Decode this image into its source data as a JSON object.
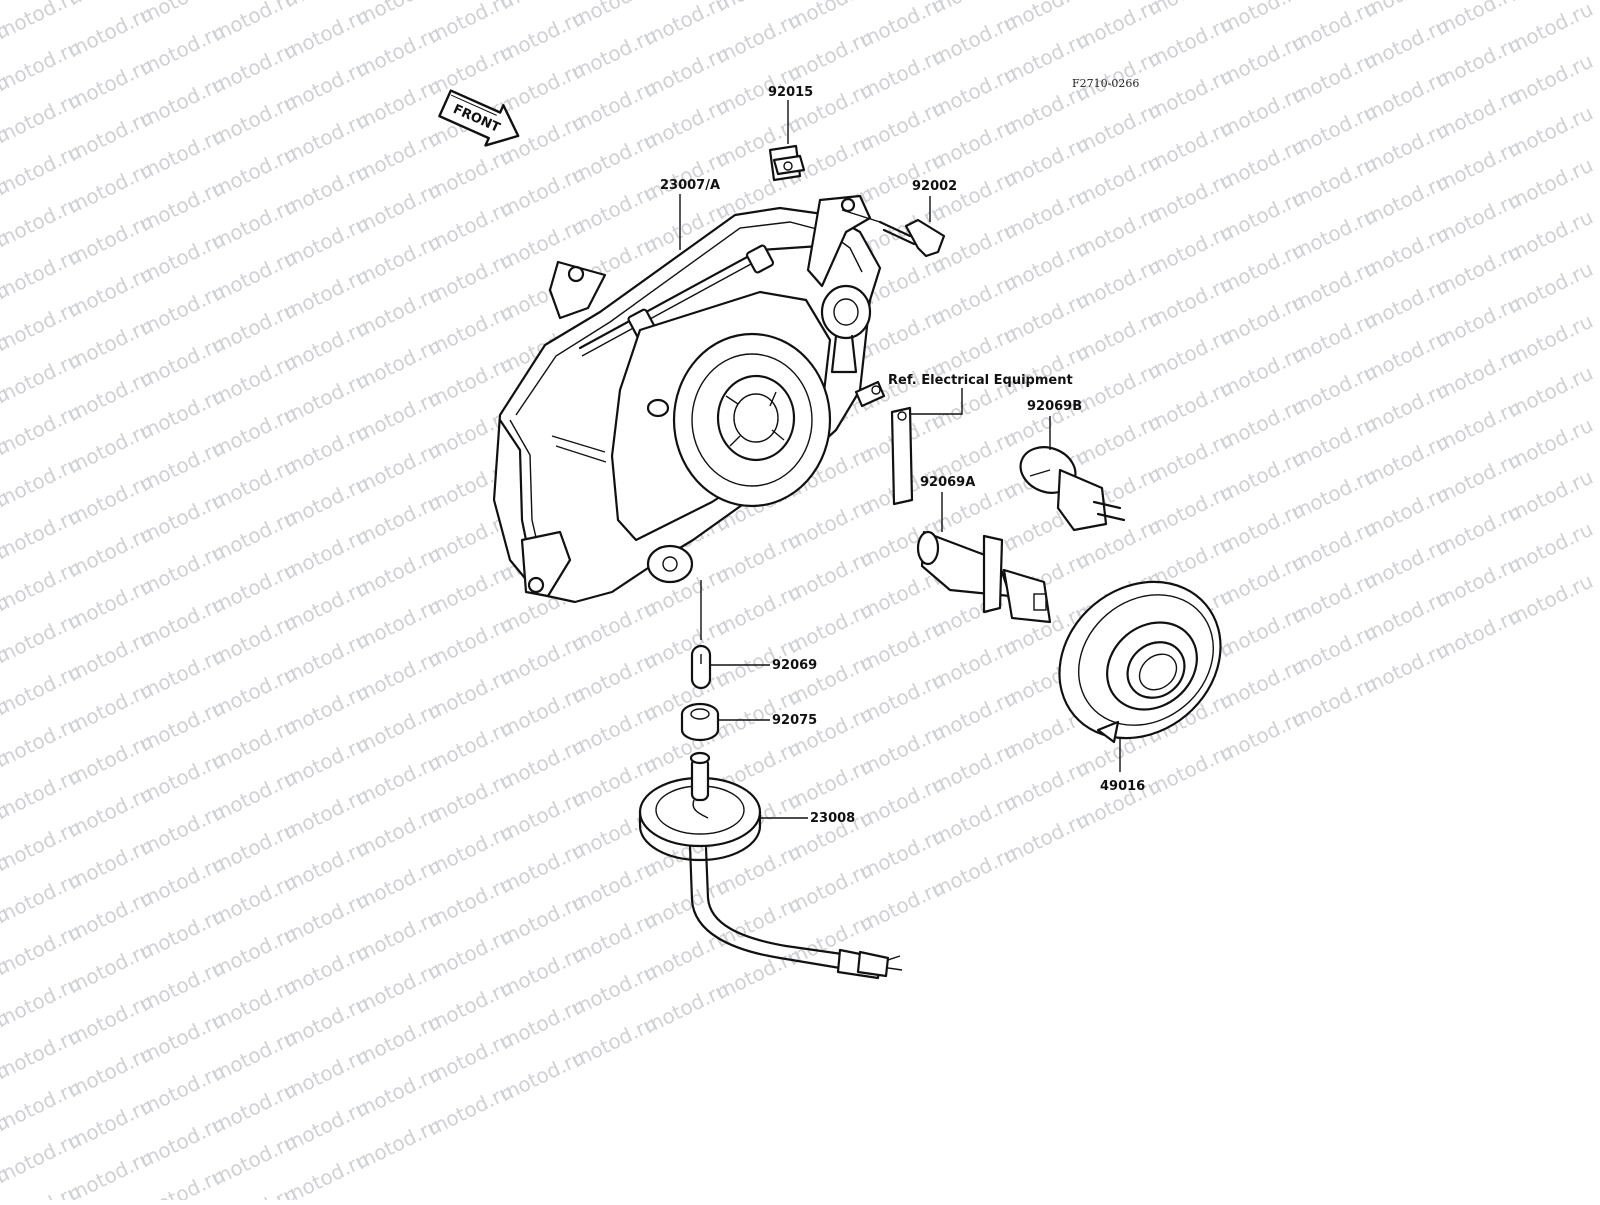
{
  "document": {
    "code": "F2710-0266",
    "watermark_text": "motod.ru",
    "front_arrow_label": "FRONT"
  },
  "parts": {
    "housing": "23007/A",
    "clip": "92015",
    "bolt": "92002",
    "ref_note": "Ref. Electrical Equipment",
    "bulb_b": "92069B",
    "bulb_a": "92069A",
    "small_bulb": "92069",
    "grommet": "92075",
    "socket_harness": "23008",
    "cover": "49016"
  }
}
